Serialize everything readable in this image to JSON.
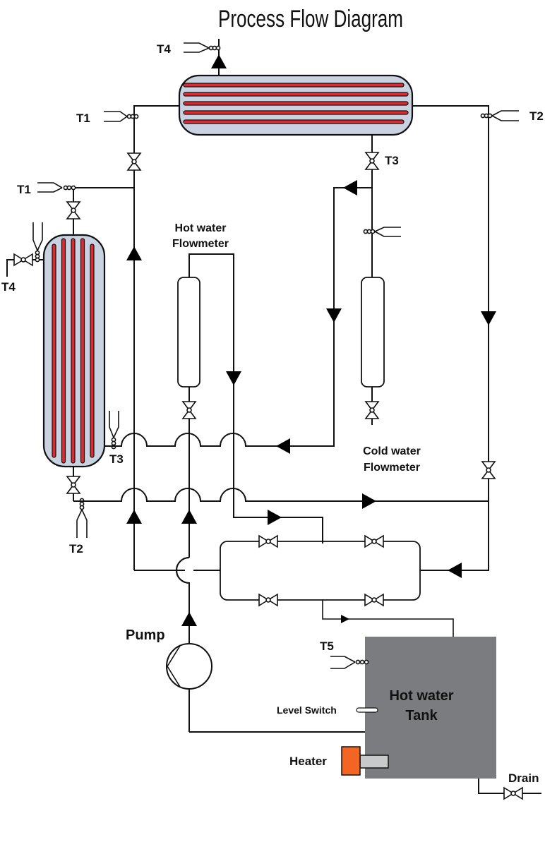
{
  "title": "Process Flow Diagram",
  "colors": {
    "shell": "#c8d2e0",
    "tube": "#e02a2f",
    "tank": "#7b7c80",
    "heater": "#f26522",
    "heater_rod": "#c8c9cb",
    "line": "#111111"
  },
  "labels": {
    "t4_top": "T4",
    "t1_top": "T1",
    "t2_top": "T2",
    "t3_top": "T3",
    "t1_left": "T1",
    "t4_left": "T4",
    "t3_left": "T3",
    "t2_left": "T2",
    "t5": "T5",
    "hot_flowmeter_line1": "Hot water",
    "hot_flowmeter_line2": "Flowmeter",
    "cold_flowmeter_line1": "Cold water",
    "cold_flowmeter_line2": "Flowmeter",
    "pump": "Pump",
    "tank_line1": "Hot water",
    "tank_line2": "Tank",
    "level_switch": "Level Switch",
    "heater": "Heater",
    "drain": "Drain"
  },
  "components": [
    {
      "id": "horizontal-heat-exchanger",
      "type": "shell-and-tube heat exchanger",
      "tubes": 5
    },
    {
      "id": "vertical-heat-exchanger",
      "type": "shell-and-tube heat exchanger",
      "tubes": 5
    },
    {
      "id": "hot-water-flowmeter",
      "type": "flowmeter"
    },
    {
      "id": "cold-water-flowmeter",
      "type": "flowmeter"
    },
    {
      "id": "pump",
      "type": "centrifugal pump"
    },
    {
      "id": "hot-water-tank",
      "type": "tank"
    },
    {
      "id": "heater",
      "type": "heater"
    },
    {
      "id": "level-switch",
      "type": "level switch"
    },
    {
      "id": "drain-valve",
      "type": "valve"
    }
  ]
}
